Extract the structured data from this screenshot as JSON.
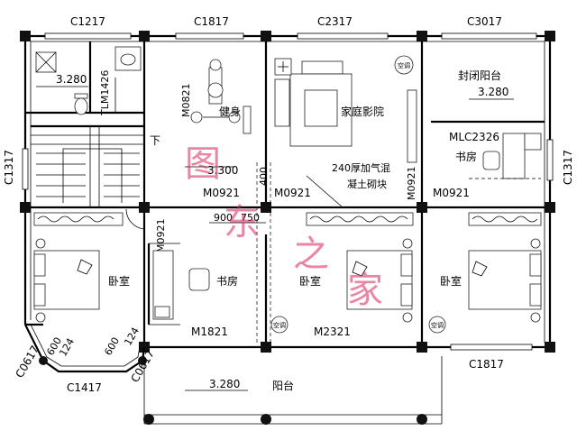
{
  "window_codes": {
    "top_1": "C1217",
    "top_2": "C1817",
    "top_3": "C2317",
    "top_4": "C3017",
    "left": "C1317",
    "right": "C1317",
    "bay_left": "C0617",
    "bay_right": "C0617",
    "bay_front": "C1417",
    "bottom_right": "C1817"
  },
  "door_codes": {
    "bath_door": "TLM1426",
    "gym_door": "M0821",
    "stair_door": "M0921",
    "bed1_door": "M0921",
    "tv_door": "M0921",
    "study_right_door": "M0921",
    "bed3_door": "M0921",
    "study_left_door": "M1821",
    "balcony_door": "M2321",
    "sunroom_door": "MLC2326"
  },
  "levels": {
    "bath": "3.280",
    "gym": "3.300",
    "sunroom": "3.280",
    "balcony": "3.280"
  },
  "dimensions": {
    "d900": "900",
    "d750": "750",
    "d400": "400",
    "bay_dim": "600",
    "bay_small": "124"
  },
  "rooms": {
    "gym": "健身",
    "home_theater": "家庭影院",
    "sunroom": "封闭阳台",
    "study_right": "书房",
    "bedroom_left": "卧室",
    "study_left": "书房",
    "bedroom_middle": "卧室",
    "bedroom_right": "卧室",
    "balcony": "阳台"
  },
  "notes": {
    "wall_note_line1": "240厚加气混",
    "wall_note_line2": "凝土砌块",
    "stair_down": "下"
  },
  "ac_label": "空调",
  "watermark": [
    "图",
    "东",
    "之",
    "家"
  ]
}
